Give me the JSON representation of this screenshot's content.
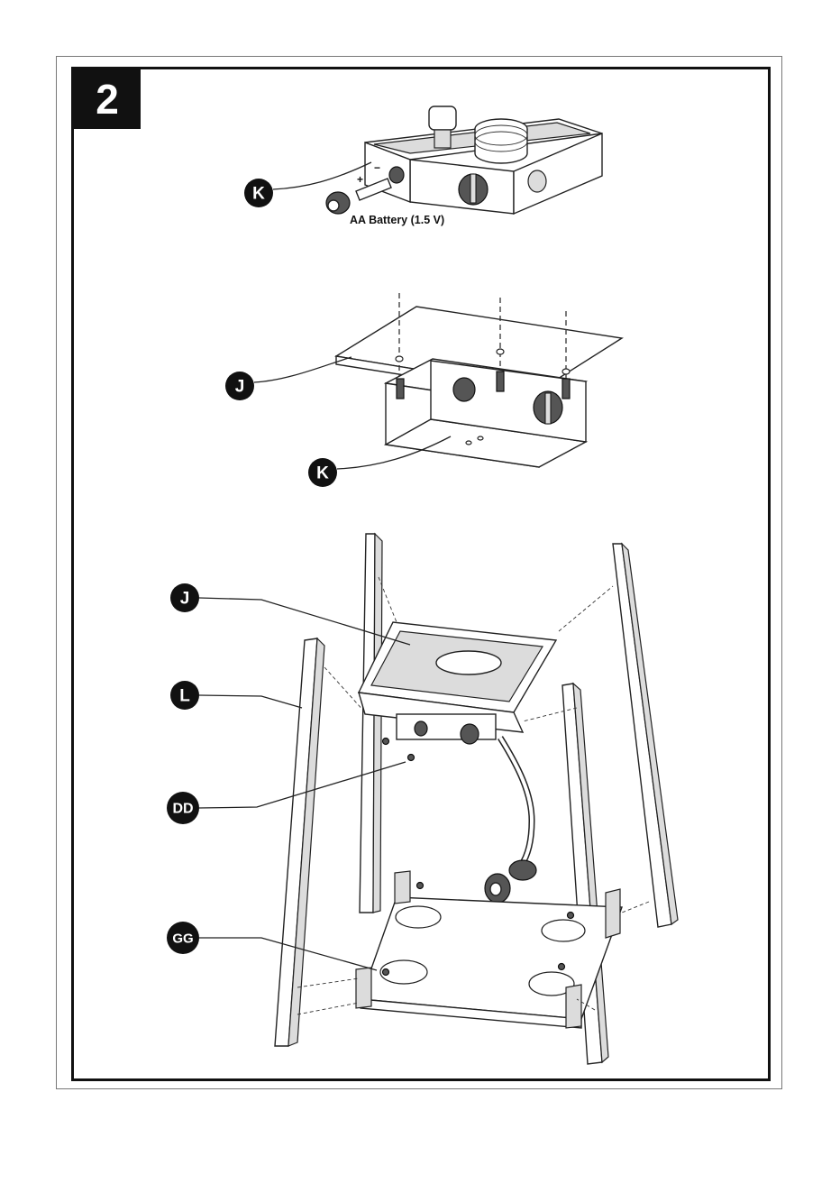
{
  "step": {
    "number": "2"
  },
  "panel1": {
    "callout_k": "K",
    "battery_label": "AA Battery (1.5 V)",
    "polarity_plus": "+",
    "polarity_minus": "−"
  },
  "panel2": {
    "callout_j": "J",
    "callout_k": "K"
  },
  "panel3": {
    "callout_j": "J",
    "callout_l": "L",
    "callout_dd": "DD",
    "callout_gg": "GG"
  }
}
